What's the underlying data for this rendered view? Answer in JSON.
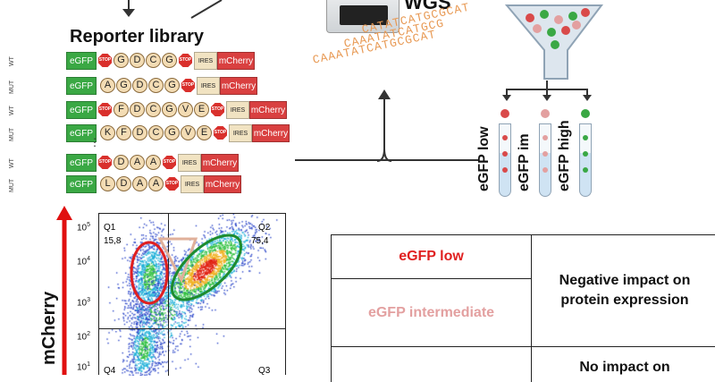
{
  "top_label": "WGS",
  "library_title": "Reporter library",
  "constructs": [
    {
      "type": "WT",
      "gene": "eGFP",
      "residues": [
        "G",
        "D",
        "C",
        "G"
      ],
      "pre_stop": true,
      "ires": "IRES",
      "reporter": "mCherry"
    },
    {
      "type": "MUT",
      "gene": "eGFP",
      "residues": [
        "A",
        "G",
        "D",
        "C",
        "G"
      ],
      "pre_stop": false,
      "ires": "IRES",
      "reporter": "mCherry"
    },
    {
      "type": "WT",
      "gene": "eGFP",
      "residues": [
        "F",
        "D",
        "C",
        "G",
        "V",
        "E"
      ],
      "pre_stop": true,
      "ires": "IRES",
      "reporter": "mCherry"
    },
    {
      "type": "MUT",
      "gene": "eGFP",
      "residues": [
        "K",
        "F",
        "D",
        "C",
        "G",
        "V",
        "E"
      ],
      "pre_stop": false,
      "ires": "IRES",
      "reporter": "mCherry"
    },
    {
      "type": "WT",
      "gene": "eGFP",
      "residues": [
        "D",
        "A",
        "A"
      ],
      "pre_stop": true,
      "ires": "IRES",
      "reporter": "mCherry"
    },
    {
      "type": "MUT",
      "gene": "eGFP",
      "residues": [
        "L",
        "D",
        "A",
        "A"
      ],
      "pre_stop": false,
      "ires": "IRES",
      "reporter": "mCherry"
    }
  ],
  "stop_label": "STOP",
  "ellipsis": "⋮",
  "dna_text": [
    "CATATCATGCGCAT",
    "CAAATATCATGCG",
    "CAAATATCATGCGCAT"
  ],
  "tubes": [
    {
      "label": "eGFP low",
      "color": "#d94a4a"
    },
    {
      "label": "eGFP im",
      "color": "#e3a0a0"
    },
    {
      "label": "eGFP high",
      "color": "#3aa844"
    }
  ],
  "flow": {
    "y_axis_label": "mCherry",
    "quadrants": [
      {
        "name": "Q1",
        "value": "15,8"
      },
      {
        "name": "Q2",
        "value": "75,4"
      },
      {
        "name": "Q4",
        "value": ""
      },
      {
        "name": "Q3",
        "value": ""
      }
    ],
    "y_ticks": [
      "10",
      "10",
      "10",
      "10",
      "10"
    ],
    "y_exponents": [
      "5",
      "4",
      "3",
      "2",
      "1"
    ],
    "gate_colors": {
      "low": "#e02020",
      "intermediate": "#e0b09a",
      "high": "#1e8c2e"
    }
  },
  "table": {
    "rows": [
      {
        "category": "eGFP low",
        "color": "#e02020"
      },
      {
        "category": "eGFP intermediate",
        "color": "#e3a0a0"
      },
      {
        "category": "",
        "color": "#3aa844"
      }
    ],
    "impacts": [
      {
        "text": "Negative impact on protein expression"
      },
      {
        "text": "No impact on"
      }
    ]
  }
}
